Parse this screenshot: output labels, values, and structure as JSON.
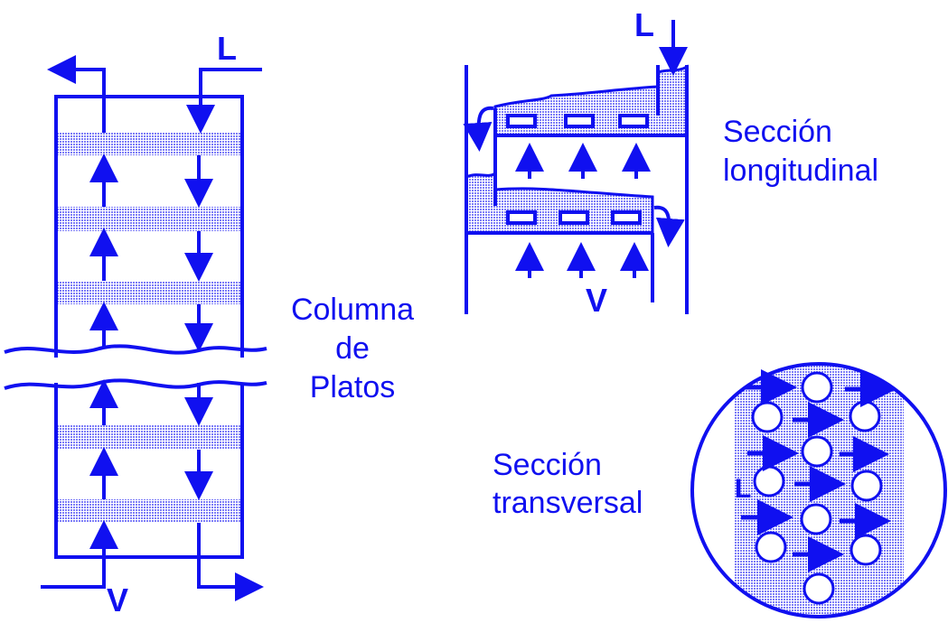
{
  "colors": {
    "ink": "#1010f0",
    "fill": "#b8b8ff"
  },
  "column": {
    "label_line1": "Columna",
    "label_line2": "de",
    "label_line3": "Platos",
    "liquid": "L",
    "vapor": "V"
  },
  "longitudinal": {
    "label_line1": "Sección",
    "label_line2": "longitudinal",
    "liquid": "L",
    "vapor": "V"
  },
  "transversal": {
    "label_line1": "Sección",
    "label_line2": "transversal",
    "liquid": "L"
  }
}
